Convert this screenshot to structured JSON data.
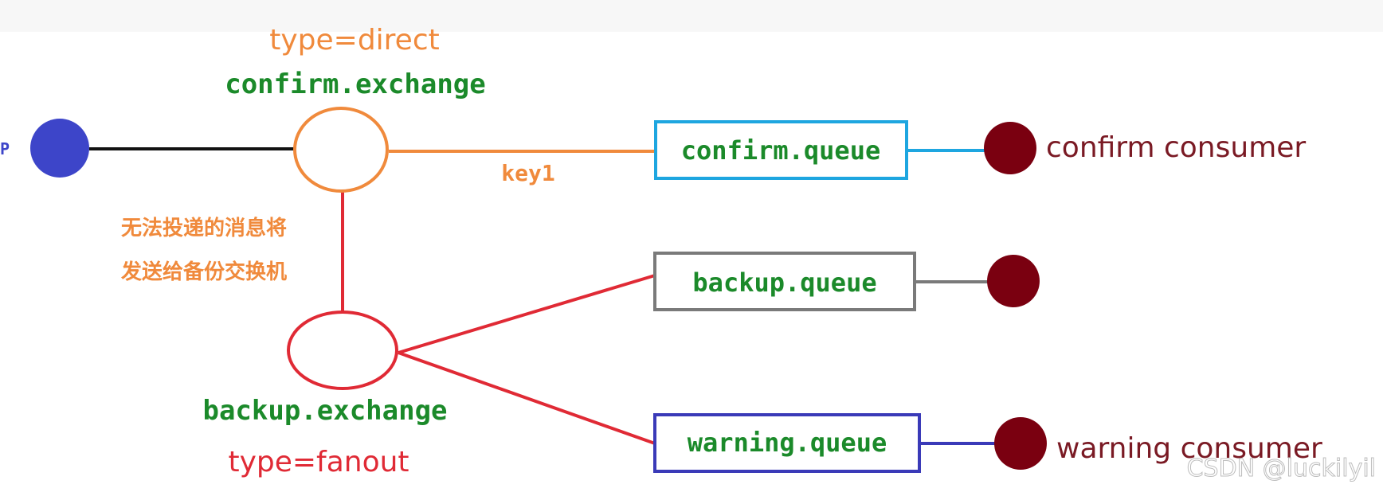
{
  "producer": {
    "label": "P"
  },
  "confirm_exchange": {
    "type_label": "type=direct",
    "name": "confirm.exchange",
    "routing_key": "key1"
  },
  "backup_note": {
    "line1": "无法投递的消息将",
    "line2": "发送给备份交换机"
  },
  "backup_exchange": {
    "name": "backup.exchange",
    "type_label": "type=fanout"
  },
  "queues": {
    "confirm": "confirm.queue",
    "backup": "backup.queue",
    "warning": "warning.queue"
  },
  "consumers": {
    "confirm": "confirm consumer",
    "warning": "warning consumer"
  },
  "watermark": "CSDN @luckilyil",
  "colors": {
    "producer": "#3d45c9",
    "confirm_exchange": "#f08a3c",
    "backup_exchange": "#e02a35",
    "green_text": "#1b8a2a",
    "orange_text": "#f08a3c",
    "red_text": "#e02a35",
    "confirm_queue": "#1ea6e0",
    "backup_queue": "#7a7a7a",
    "warning_queue": "#3a3ab8",
    "consumer": "#7a0010",
    "consumer_text": "#7a1a24"
  }
}
